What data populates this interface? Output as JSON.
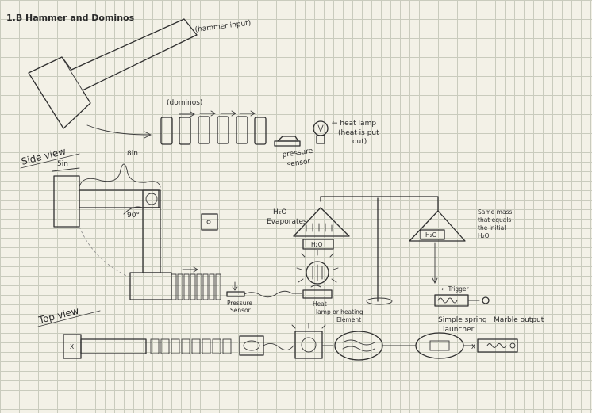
{
  "title": "1.B  Hammer and Dominos",
  "labels": {
    "hammer_input": "(hammer input)",
    "dominos": "(dominos)",
    "heat_lamp": [
      "← heat lamp",
      "(heat is put",
      "out)"
    ],
    "pressure_sensor_top": [
      "pressure",
      "sensor"
    ],
    "side_view": "Side view",
    "top_view": "Top view",
    "dim_5in": "5in",
    "dim_8in": "8in",
    "angle_90": "90°",
    "h2o_evaporates": [
      "H₂O",
      "Evaporates"
    ],
    "h2o_tank": "H₂O",
    "h2o_weight": "H₂O",
    "same_mass": [
      "Same mass",
      "that equals",
      "the initial",
      "H₂O"
    ],
    "trigger": "← Trigger",
    "pressure_sensor_side": [
      "Pressure",
      "Sensor"
    ],
    "heat_element": [
      "Heat",
      "lamp or heating",
      "Element"
    ],
    "spring_launcher": [
      "Simple spring",
      "launcher"
    ],
    "marble_output": "Marble output",
    "x_mark": "X"
  },
  "colors": {
    "paper": "#f3f1e7",
    "grid": "#c9cbbd",
    "ink": "#2f2f2f"
  }
}
